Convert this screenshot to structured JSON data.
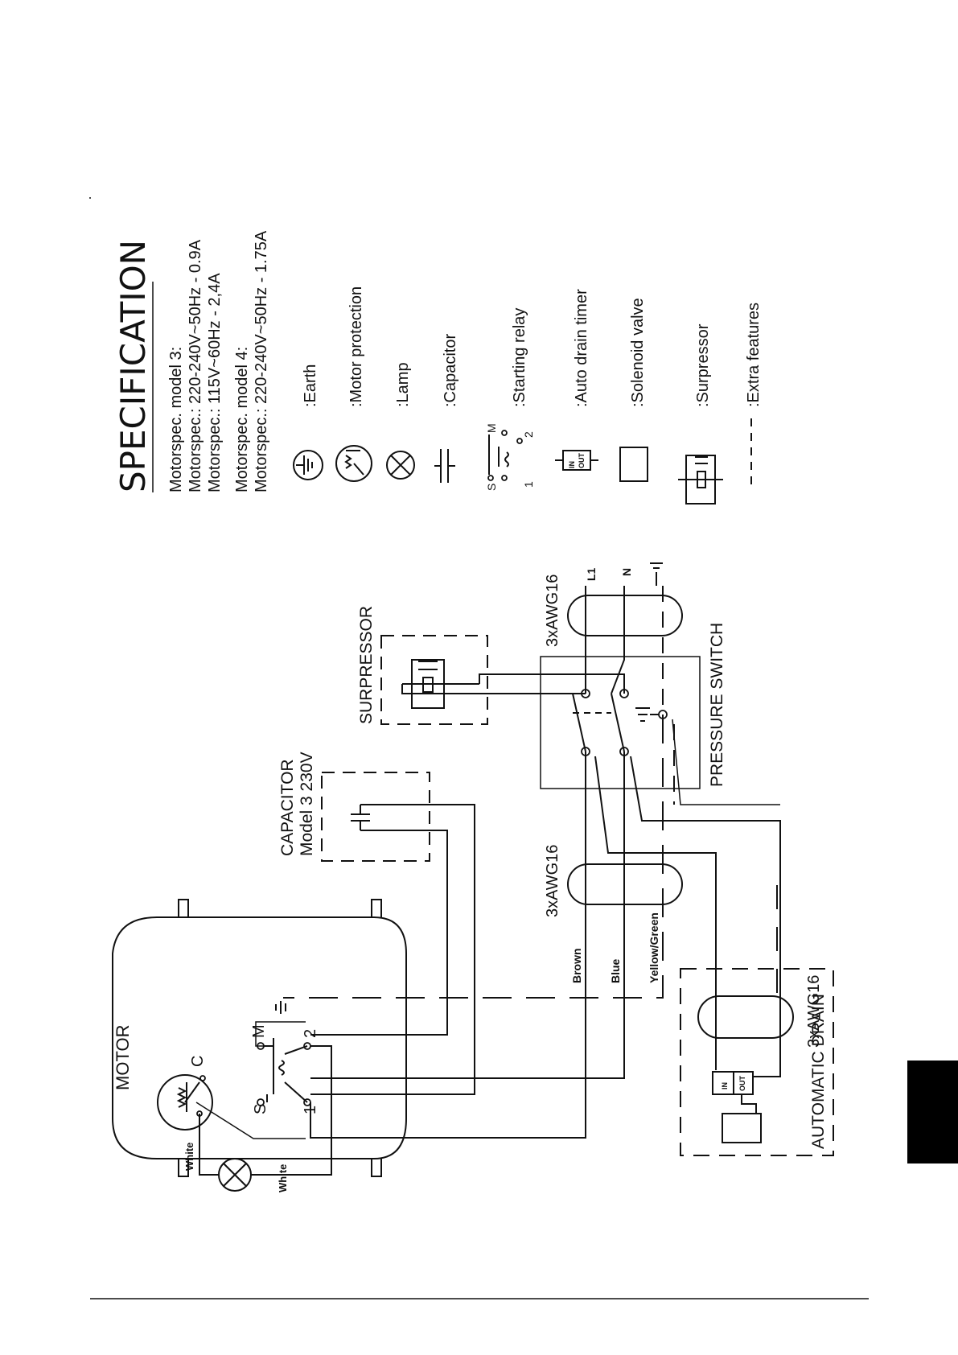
{
  "specification": {
    "title": "SPECIFICATION",
    "motor_lines": [
      "Motorspec. model 3:",
      "Motorspec.: 220-240V~50Hz - 0.9A",
      "Motorspec.: 115V~60Hz - 2,4A",
      "Motorspec. model 4:",
      "Motorspec.: 220-240V~50Hz - 1.75A"
    ]
  },
  "legend": [
    {
      "symbol": "earth-icon",
      "label": ":Earth"
    },
    {
      "symbol": "motor-protection-icon",
      "label": ":Motor protection"
    },
    {
      "symbol": "lamp-icon",
      "label": ":Lamp"
    },
    {
      "symbol": "capacitor-icon",
      "label": ":Capacitor"
    },
    {
      "symbol": "starting-relay-icon",
      "label": ":Starting relay",
      "pins": [
        "S",
        "M",
        "1",
        "2"
      ]
    },
    {
      "symbol": "auto-drain-timer-icon",
      "label": ":Auto drain timer",
      "pins": [
        "IN",
        "OUT"
      ]
    },
    {
      "symbol": "solenoid-valve-icon",
      "label": ":Solenoid valve"
    },
    {
      "symbol": "suppressor-icon",
      "label": ":Surpressor"
    },
    {
      "symbol": "extra-features-line",
      "label": ":Extra features"
    }
  ],
  "diagram": {
    "motor_label": "MOTOR",
    "motor_terminals": {
      "c": "C",
      "s": "S",
      "m": "M",
      "one": "1",
      "two": "2"
    },
    "wire_white_1": "White",
    "wire_white_2": "White",
    "wire_brown": "Brown",
    "wire_blue": "Blue",
    "wire_yellow_green": "Yellow/Green",
    "capacitor_label": "CAPACITOR",
    "capacitor_model": "Model 3 230V",
    "suppressor_label": "SURPRESSOR",
    "pressure_switch_label": "PRESSURE SWITCH",
    "cable_1": "3xAWG16",
    "cable_2": "3xAWG16",
    "cable_3": "3xAWG16",
    "mains_l1": "L1",
    "mains_n": "N",
    "automatic_drain_label": "AUTOMATIC DRAIN",
    "timer_in": "IN",
    "timer_out": "OUT"
  },
  "colors": {
    "ink": "#111111",
    "page_tab": "#000000",
    "background": "#ffffff"
  }
}
